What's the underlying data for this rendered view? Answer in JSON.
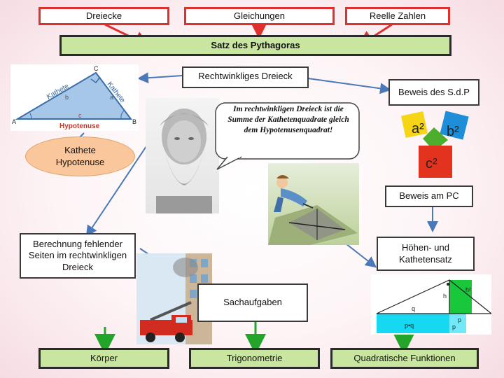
{
  "top_nav": {
    "dreiecke": "Dreiecke",
    "gleichungen": "Gleichungen",
    "reelle_zahlen": "Reelle Zahlen"
  },
  "center_title": "Satz des Pythagoras",
  "rechtwinkliges_dreieck": "Rechtwinkliges Dreieck",
  "beweis_sdp": "Beweis des S.d.P",
  "kathete_hypotenuse": "Kathete\nHypotenuse",
  "beweis_pc": "Beweis am PC",
  "berechnung": "Berechnung fehlender Seiten im rechtwinkligen Dreieck",
  "hoehen_kathetensatz": "Höhen- und Kathetensatz",
  "sachaufgaben": "Sachaufgaben",
  "bottom_nav": {
    "koerper": "Körper",
    "trigonometrie": "Trigonometrie",
    "quadratische": "Quadratische Funktionen"
  },
  "triangle_labels": {
    "a": "A",
    "b": "B",
    "c": "C",
    "kathete_left": "Kathete",
    "kathete_right": "Kathete",
    "small_b": "b",
    "small_a": "a",
    "small_c": "c",
    "hypotenuse": "Hypotenuse"
  },
  "quote": "Im rechtwinkligen Dreieck ist die Summe der Kathetenquadrate gleich dem Hypotenusenquadrat!",
  "squares": {
    "a2": "a²",
    "b2": "b²",
    "c2": "c²"
  },
  "hoehen_labels": {
    "h2": "h²",
    "h": "h",
    "q": "q",
    "p": "p",
    "pq": "p•q",
    "p2": "p"
  },
  "colors": {
    "red_border": "#e0302e",
    "green_bar": "#c8e6a0",
    "arrow_red": "#e0302e",
    "arrow_green": "#22a52a",
    "line_blue": "#4a78b8",
    "orange_ellipse": "#f9c79b"
  }
}
